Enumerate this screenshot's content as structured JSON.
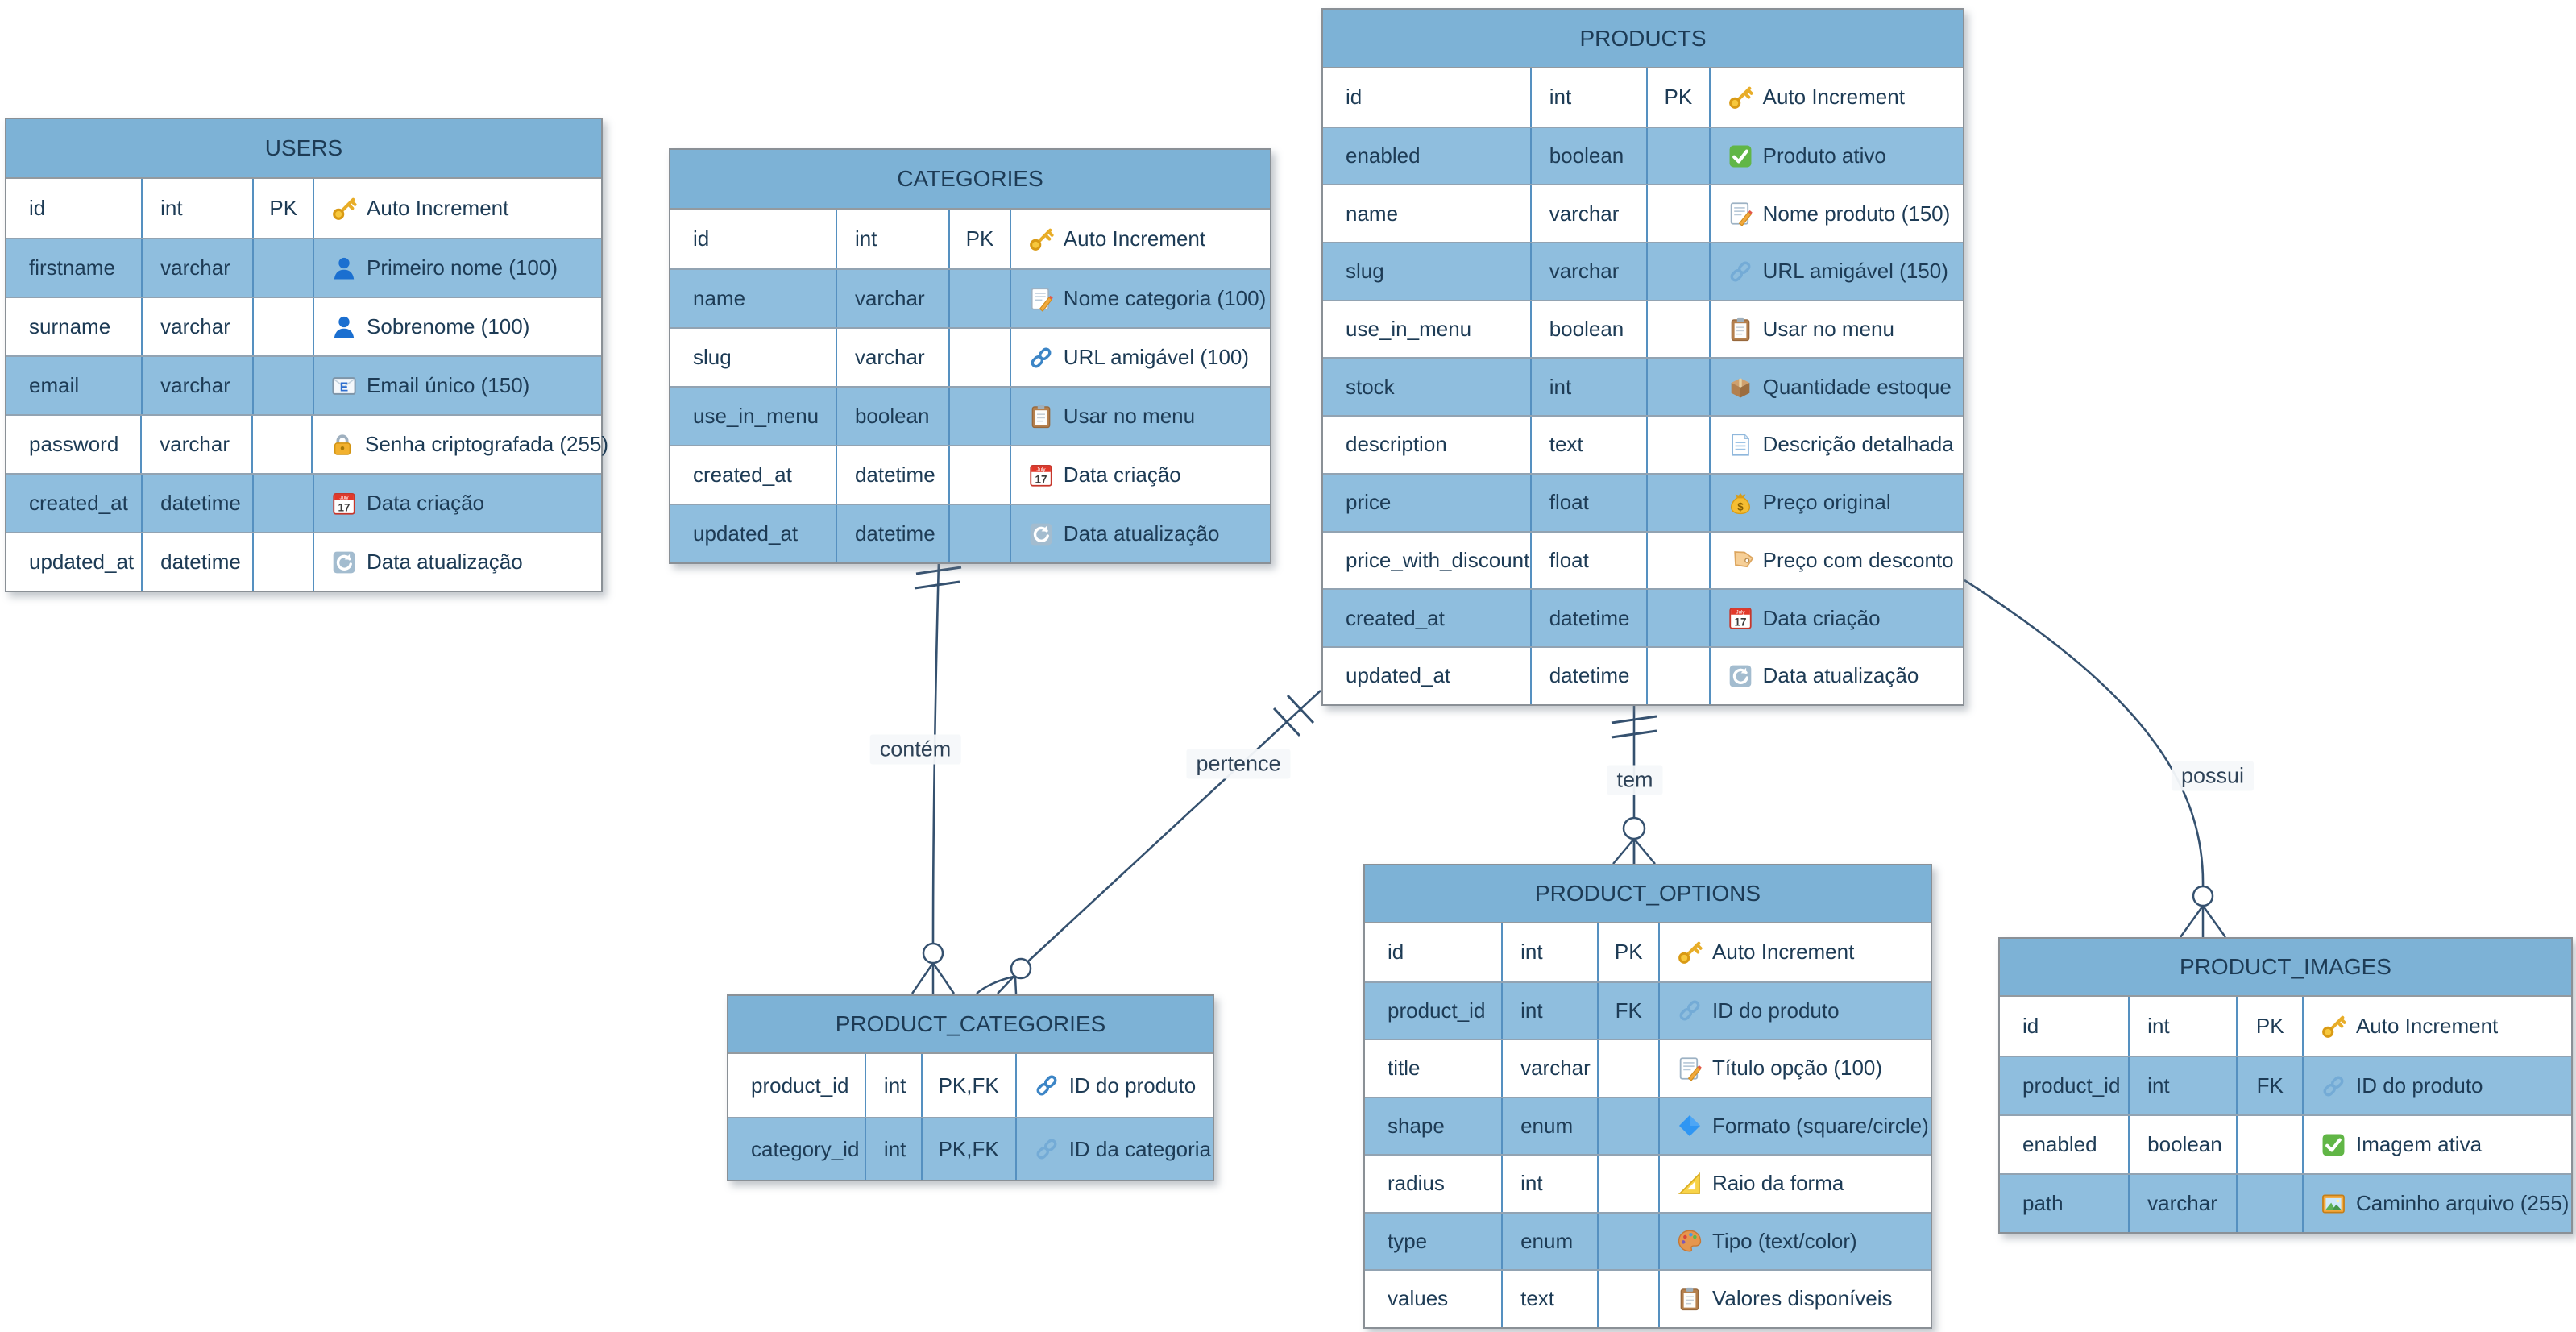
{
  "tables": [
    {
      "id": "users",
      "title": "USERS",
      "rows": [
        {
          "field": "id",
          "type": "int",
          "key": "PK",
          "icon": "key",
          "faded": false,
          "comment": "Auto Increment"
        },
        {
          "field": "firstname",
          "type": "varchar",
          "key": "",
          "icon": "person",
          "faded": false,
          "comment": "Primeiro nome (100)"
        },
        {
          "field": "surname",
          "type": "varchar",
          "key": "",
          "icon": "person",
          "faded": false,
          "comment": "Sobrenome (100)"
        },
        {
          "field": "email",
          "type": "varchar",
          "key": "",
          "icon": "email",
          "faded": false,
          "comment": "Email único (150)"
        },
        {
          "field": "password",
          "type": "varchar",
          "key": "",
          "icon": "lock",
          "faded": false,
          "comment": "Senha criptografada (255)"
        },
        {
          "field": "created_at",
          "type": "datetime",
          "key": "",
          "icon": "calendar",
          "faded": false,
          "comment": "Data criação"
        },
        {
          "field": "updated_at",
          "type": "datetime",
          "key": "",
          "icon": "refresh",
          "faded": false,
          "comment": "Data atualização"
        }
      ]
    },
    {
      "id": "categories",
      "title": "CATEGORIES",
      "rows": [
        {
          "field": "id",
          "type": "int",
          "key": "PK",
          "icon": "key",
          "faded": false,
          "comment": "Auto Increment"
        },
        {
          "field": "name",
          "type": "varchar",
          "key": "",
          "icon": "memo",
          "faded": false,
          "comment": "Nome categoria (100)"
        },
        {
          "field": "slug",
          "type": "varchar",
          "key": "",
          "icon": "link",
          "faded": false,
          "comment": "URL amigável (100)"
        },
        {
          "field": "use_in_menu",
          "type": "boolean",
          "key": "",
          "icon": "clipboard",
          "faded": false,
          "comment": "Usar no menu"
        },
        {
          "field": "created_at",
          "type": "datetime",
          "key": "",
          "icon": "calendar",
          "faded": false,
          "comment": "Data criação"
        },
        {
          "field": "updated_at",
          "type": "datetime",
          "key": "",
          "icon": "refresh",
          "faded": false,
          "comment": "Data atualização"
        }
      ]
    },
    {
      "id": "products",
      "title": "PRODUCTS",
      "rows": [
        {
          "field": "id",
          "type": "int",
          "key": "PK",
          "icon": "key",
          "faded": false,
          "comment": "Auto Increment"
        },
        {
          "field": "enabled",
          "type": "boolean",
          "key": "",
          "icon": "check",
          "faded": false,
          "comment": "Produto ativo"
        },
        {
          "field": "name",
          "type": "varchar",
          "key": "",
          "icon": "memo",
          "faded": false,
          "comment": "Nome produto (150)"
        },
        {
          "field": "slug",
          "type": "varchar",
          "key": "",
          "icon": "link",
          "faded": true,
          "comment": "URL amigável (150)"
        },
        {
          "field": "use_in_menu",
          "type": "boolean",
          "key": "",
          "icon": "clipboard",
          "faded": false,
          "comment": "Usar no menu"
        },
        {
          "field": "stock",
          "type": "int",
          "key": "",
          "icon": "package",
          "faded": false,
          "comment": "Quantidade estoque"
        },
        {
          "field": "description",
          "type": "text",
          "key": "",
          "icon": "page",
          "faded": false,
          "comment": "Descrição detalhada"
        },
        {
          "field": "price",
          "type": "float",
          "key": "",
          "icon": "moneybag",
          "faded": false,
          "comment": "Preço original"
        },
        {
          "field": "price_with_discount",
          "type": "float",
          "key": "",
          "icon": "tag",
          "faded": false,
          "comment": "Preço com desconto"
        },
        {
          "field": "created_at",
          "type": "datetime",
          "key": "",
          "icon": "calendar",
          "faded": false,
          "comment": "Data criação"
        },
        {
          "field": "updated_at",
          "type": "datetime",
          "key": "",
          "icon": "refresh",
          "faded": false,
          "comment": "Data atualização"
        }
      ]
    },
    {
      "id": "product_categories",
      "title": "PRODUCT_CATEGORIES",
      "rows": [
        {
          "field": "product_id",
          "type": "int",
          "key": "PK,FK",
          "icon": "link",
          "faded": false,
          "comment": "ID do produto"
        },
        {
          "field": "category_id",
          "type": "int",
          "key": "PK,FK",
          "icon": "link",
          "faded": true,
          "comment": "ID da categoria"
        }
      ]
    },
    {
      "id": "product_options",
      "title": "PRODUCT_OPTIONS",
      "rows": [
        {
          "field": "id",
          "type": "int",
          "key": "PK",
          "icon": "key",
          "faded": false,
          "comment": "Auto Increment"
        },
        {
          "field": "product_id",
          "type": "int",
          "key": "FK",
          "icon": "link",
          "faded": true,
          "comment": "ID do produto"
        },
        {
          "field": "title",
          "type": "varchar",
          "key": "",
          "icon": "memo",
          "faded": false,
          "comment": "Título opção (100)"
        },
        {
          "field": "shape",
          "type": "enum",
          "key": "",
          "icon": "diamond",
          "faded": false,
          "comment": "Formato (square/circle)"
        },
        {
          "field": "radius",
          "type": "int",
          "key": "",
          "icon": "ruler",
          "faded": false,
          "comment": "Raio da forma"
        },
        {
          "field": "type",
          "type": "enum",
          "key": "",
          "icon": "palette",
          "faded": false,
          "comment": "Tipo (text/color)"
        },
        {
          "field": "values",
          "type": "text",
          "key": "",
          "icon": "clipboard",
          "faded": false,
          "comment": "Valores disponíveis"
        }
      ]
    },
    {
      "id": "product_images",
      "title": "PRODUCT_IMAGES",
      "rows": [
        {
          "field": "id",
          "type": "int",
          "key": "PK",
          "icon": "key",
          "faded": false,
          "comment": "Auto Increment"
        },
        {
          "field": "product_id",
          "type": "int",
          "key": "FK",
          "icon": "link",
          "faded": true,
          "comment": "ID do produto"
        },
        {
          "field": "enabled",
          "type": "boolean",
          "key": "",
          "icon": "check",
          "faded": false,
          "comment": "Imagem ativa"
        },
        {
          "field": "path",
          "type": "varchar",
          "key": "",
          "icon": "picture",
          "faded": false,
          "comment": "Caminho arquivo (255)"
        }
      ]
    }
  ],
  "relationships": [
    {
      "id": "contem",
      "label": "contém",
      "from": "CATEGORIES",
      "to": "PRODUCT_CATEGORIES",
      "from_cardinality": "one",
      "to_cardinality": "zero-or-many"
    },
    {
      "id": "pertence",
      "label": "pertence",
      "from": "PRODUCTS",
      "to": "PRODUCT_CATEGORIES",
      "from_cardinality": "one",
      "to_cardinality": "zero-or-many"
    },
    {
      "id": "tem",
      "label": "tem",
      "from": "PRODUCTS",
      "to": "PRODUCT_OPTIONS",
      "from_cardinality": "one",
      "to_cardinality": "zero-or-many"
    },
    {
      "id": "possui",
      "label": "possui",
      "from": "PRODUCTS",
      "to": "PRODUCT_IMAGES",
      "from_cardinality": "one",
      "to_cardinality": "zero-or-many"
    }
  ],
  "colors": {
    "header_bg": "#7db2d6",
    "row_alt_bg": "#8fbede",
    "row_bg": "#ffffff",
    "text": "#1d3b55",
    "connector": "#35516f",
    "outer_border": "#8a9096",
    "cell_border": "#5590c0",
    "label_bg": "#f5f8fa"
  }
}
